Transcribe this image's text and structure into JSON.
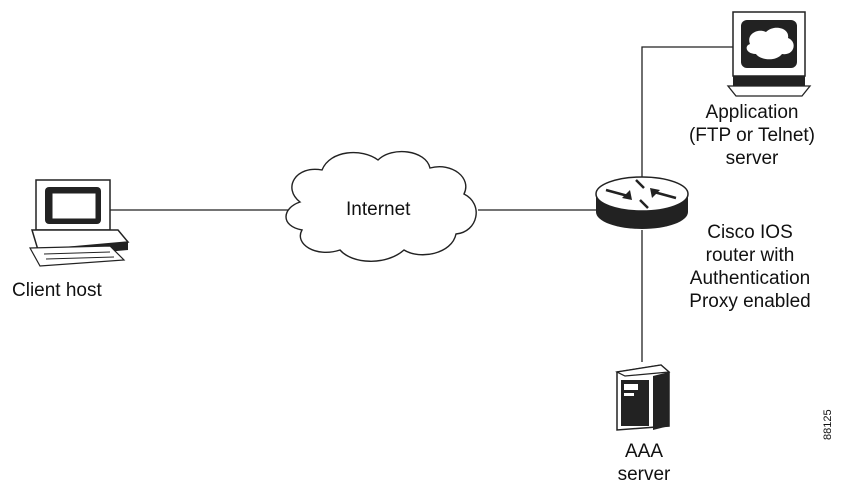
{
  "labels": {
    "client_host": "Client host",
    "internet": "Internet",
    "app_server": [
      "Application",
      "(FTP or Telnet)",
      "server"
    ],
    "router": [
      "Cisco IOS",
      "router with",
      "Authentication",
      "Proxy enabled"
    ],
    "aaa_server": [
      "AAA",
      "server"
    ]
  },
  "figure_id": "88125"
}
